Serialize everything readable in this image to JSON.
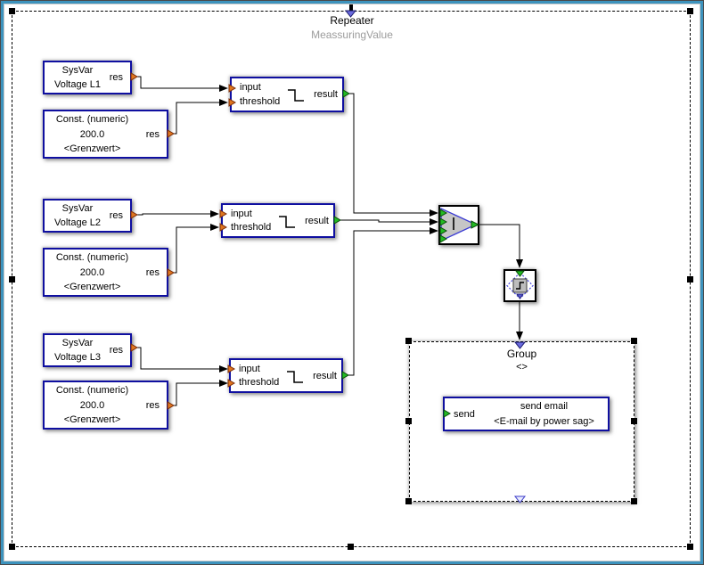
{
  "frame": {
    "title": "Repeater",
    "subtitle": "MeassuringValue"
  },
  "rows": [
    {
      "sysvar": {
        "type": "SysVar",
        "name": "Voltage L1",
        "out": "res"
      },
      "const": {
        "type": "Const. (numeric)",
        "value": "200.0",
        "out": "res",
        "name": "<Grenzwert>"
      },
      "threshold": {
        "in1": "input",
        "in2": "threshold",
        "out": "result"
      }
    },
    {
      "sysvar": {
        "type": "SysVar",
        "name": "Voltage L2",
        "out": "res"
      },
      "const": {
        "type": "Const. (numeric)",
        "value": "200.0",
        "out": "res",
        "name": "<Grenzwert>"
      },
      "threshold": {
        "in1": "input",
        "in2": "threshold",
        "out": "result"
      }
    },
    {
      "sysvar": {
        "type": "SysVar",
        "name": "Voltage L3",
        "out": "res"
      },
      "const": {
        "type": "Const. (numeric)",
        "value": "200.0",
        "out": "res",
        "name": "<Grenzwert>"
      },
      "threshold": {
        "in1": "input",
        "in2": "threshold",
        "out": "result"
      }
    }
  ],
  "gate": {
    "symbol": "|"
  },
  "group": {
    "title": "Group",
    "subtitle": "<>",
    "email": {
      "in": "send",
      "title": "send email",
      "name": "<E-mail by power sag>"
    }
  },
  "colors": {
    "window_border": "#3d93bd",
    "block_border": "#0f0fa0",
    "port_input": "#e0761f",
    "port_output": "#22bb22",
    "gate_fill": "#c6c6c6",
    "gate_stroke": "#3a3ad4",
    "marker_blue": "#6a6ade",
    "subtitle_text": "#9c9c9c",
    "wire": "#000000"
  }
}
